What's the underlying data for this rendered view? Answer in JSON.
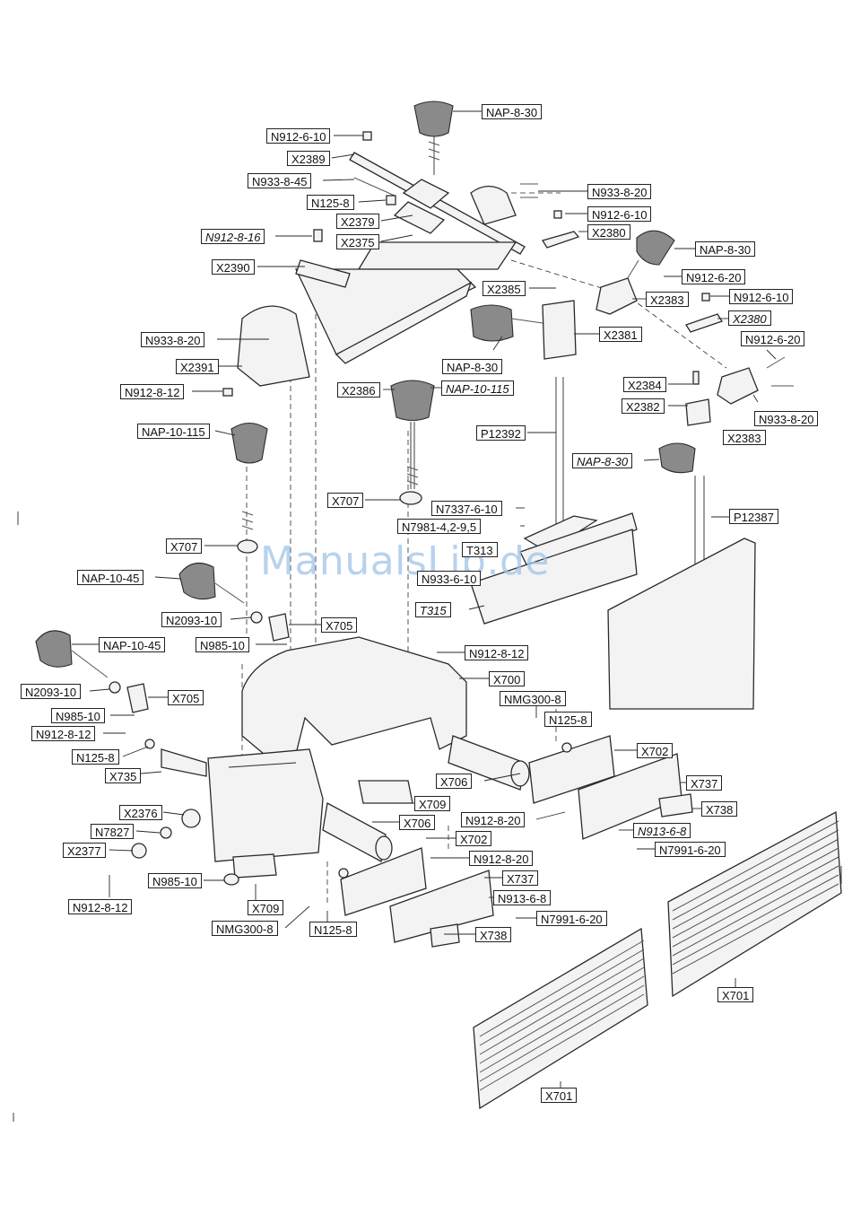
{
  "watermark": "ManualsLib.de",
  "labels": {
    "nap_8_30_top": "NAP-8-30",
    "n912_6_10_a": "N912-6-10",
    "x2389": "X2389",
    "n933_8_45": "N933-8-45",
    "n933_8_20_a": "N933-8-20",
    "n125_8_a": "N125-8",
    "n912_6_10_b": "N912-6-10",
    "x2379": "X2379",
    "x2375": "X2375",
    "x2380_a": "X2380",
    "n912_8_16": "N912-8-16",
    "nap_8_30_b": "NAP-8-30",
    "x2390": "X2390",
    "n912_6_20_a": "N912-6-20",
    "x2385": "X2385",
    "x2383_a": "X2383",
    "n912_6_10_c": "N912-6-10",
    "x2380_b": "X2380",
    "n933_8_20_b": "N933-8-20",
    "x2381": "X2381",
    "n912_6_20_b": "N912-6-20",
    "nap_8_30_c": "NAP-8-30",
    "x2391": "X2391",
    "x2384": "X2384",
    "n912_8_12_a": "N912-8-12",
    "x2386": "X2386",
    "nap_10_115_a": "NAP-10-115",
    "x2382": "X2382",
    "n933_8_20_c": "N933-8-20",
    "nap_10_115_b": "NAP-10-115",
    "p12392": "P12392",
    "x2383_b": "X2383",
    "nap_8_30_d": "NAP-8-30",
    "x707_a": "X707",
    "n7337_6_10": "N7337-6-10",
    "p12387": "P12387",
    "n7981": "N7981-4,2-9,5",
    "x707_b": "X707",
    "t313": "T313",
    "n933_6_10": "N933-6-10",
    "nap_10_45_a": "NAP-10-45",
    "t315": "T315",
    "n2093_10_a": "N2093-10",
    "x705_a": "X705",
    "n985_10_a": "N985-10",
    "nap_10_45_b": "NAP-10-45",
    "n912_8_12_b": "N912-8-12",
    "x700": "X700",
    "n2093_10_b": "N2093-10",
    "nmg300_8_a": "NMG300-8",
    "x705_b": "X705",
    "n125_8_b": "N125-8",
    "n985_10_b": "N985-10",
    "n912_8_12_c": "N912-8-12",
    "x702_a": "X702",
    "n125_8_c": "N125-8",
    "x735": "X735",
    "x706_a": "X706",
    "x737_a": "X737",
    "x709_a": "X709",
    "x738_a": "X738",
    "x2376": "X2376",
    "n912_8_20_a": "N912-8-20",
    "x706_b": "X706",
    "n913_6_8_a": "N913-6-8",
    "n7827": "N7827",
    "x702_b": "X702",
    "n7991_6_20_a": "N7991-6-20",
    "x2377": "X2377",
    "n912_8_20_b": "N912-8-20",
    "x737_b": "X737",
    "n985_10_c": "N985-10",
    "n913_6_8_b": "N913-6-8",
    "n912_8_12_d": "N912-8-12",
    "x709_b": "X709",
    "n7991_6_20_b": "N7991-6-20",
    "nmg300_8_b": "NMG300-8",
    "n125_8_d": "N125-8",
    "x738_b": "X738",
    "x701_a": "X701",
    "x701_b": "X701"
  }
}
